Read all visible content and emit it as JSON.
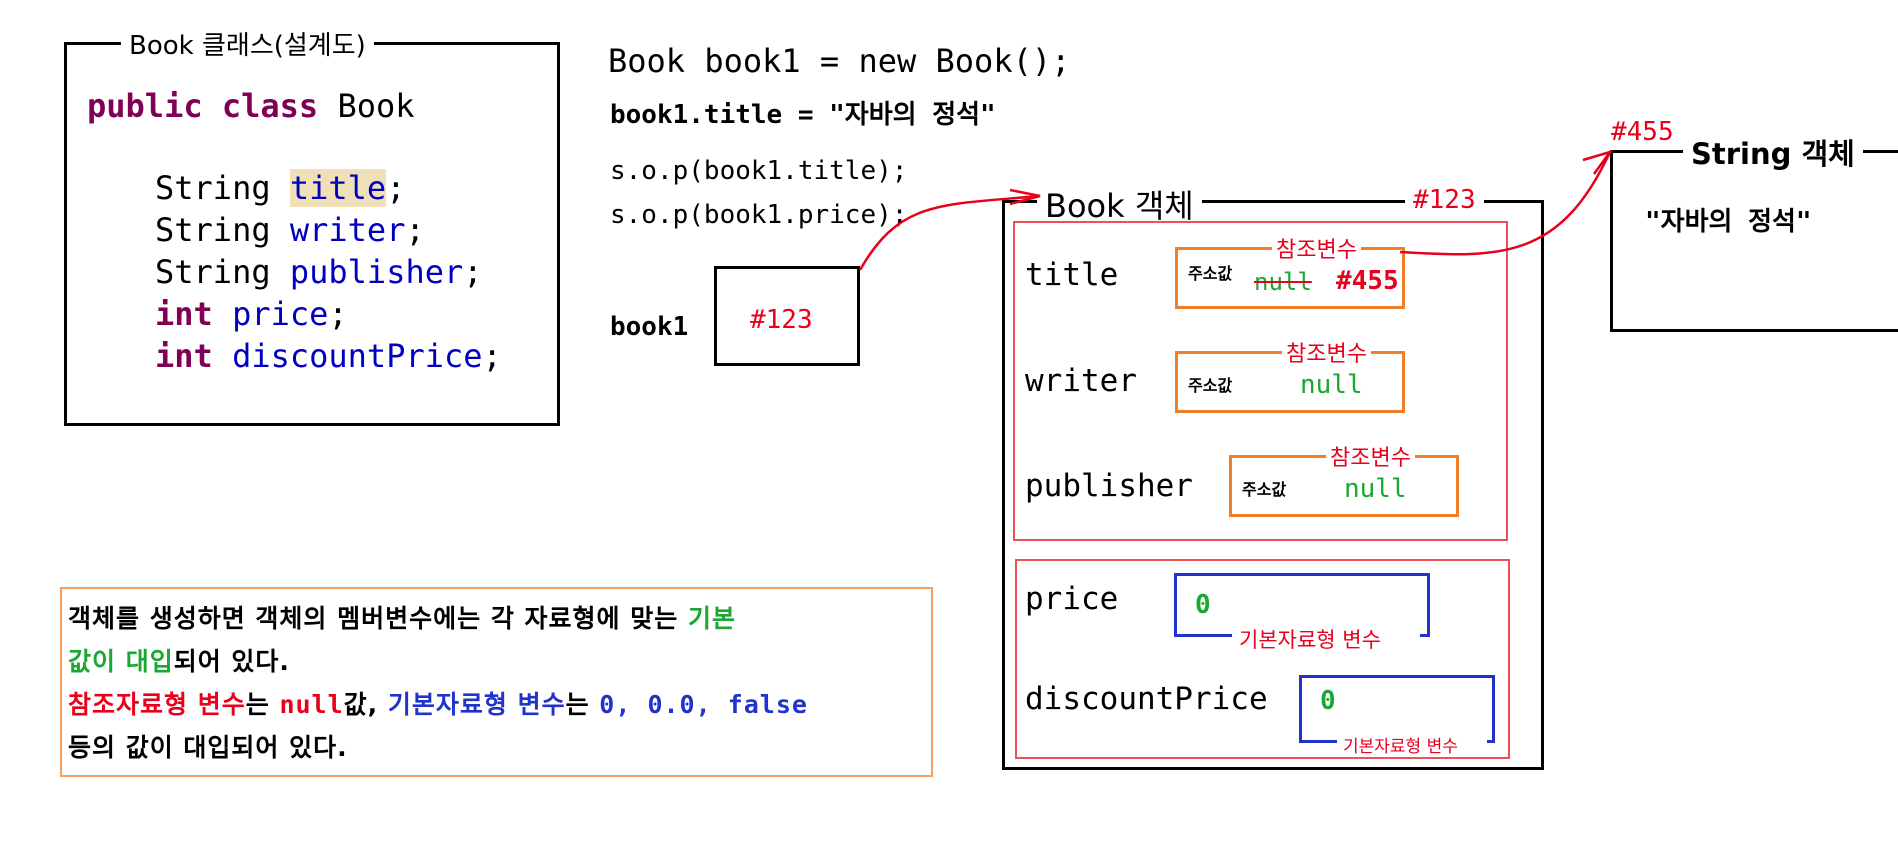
{
  "class_box": {
    "legend": "Book 클래스(설계도)",
    "declaration": {
      "modifier": "public",
      "keyword": "class",
      "name": "Book"
    },
    "fields": [
      {
        "type": "String",
        "name": "title"
      },
      {
        "type": "String",
        "name": "writer"
      },
      {
        "type": "String",
        "name": "publisher"
      },
      {
        "type": "int",
        "name": "price"
      },
      {
        "type": "int",
        "name": "discountPrice"
      }
    ],
    "semicolon": ";"
  },
  "statements": {
    "new_line": "Book book1 = new Book();",
    "assign_line": "book1.title = \"자바의 정석\"",
    "print_title": "s.o.p(book1.title);",
    "print_price": "s.o.p(book1.price);"
  },
  "reference_var": {
    "name": "book1",
    "value": "#123"
  },
  "book_object": {
    "legend": "Book 객체",
    "address": "#123",
    "reference_fields": [
      {
        "name": "title",
        "box_label": "참조변수",
        "address_label": "주소값",
        "old_value": "null",
        "value": "#455"
      },
      {
        "name": "writer",
        "box_label": "참조변수",
        "address_label": "주소값",
        "value": "null"
      },
      {
        "name": "publisher",
        "box_label": "참조변수",
        "address_label": "주소값",
        "value": "null"
      }
    ],
    "primitive_fields": [
      {
        "name": "price",
        "value": "0",
        "box_label": "기본자료형 변수"
      },
      {
        "name": "discountPrice",
        "value": "0",
        "box_label": "기본자료형 변수"
      }
    ]
  },
  "string_object": {
    "address": "#455",
    "legend": "String 객체",
    "value": "\"자바의 정석\""
  },
  "note": {
    "line1_a": "객체를 생성하면 객체의 멤버변수에는 각 자료형에 맞는 ",
    "line1_b": "기본",
    "line2_a": "값이 대입",
    "line2_b": "되어 있다.",
    "line3_a": "참조자료형 변수",
    "line3_b": "는 ",
    "line3_c": "null",
    "line3_d": "값, ",
    "line3_e": "기본자료형 변수",
    "line3_f": "는 ",
    "line3_g": "0, 0.0, false",
    "line4": "등의 값이 대입되어 있다."
  },
  "colors": {
    "red": "#e8001c",
    "green": "#1aa832",
    "blue": "#2233cc",
    "orange": "#f07f2a",
    "keyword": "#7f0055"
  }
}
